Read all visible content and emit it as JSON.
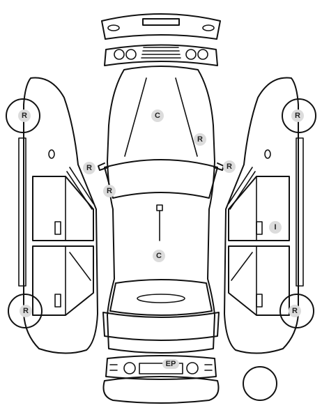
{
  "markers": {
    "hood": "C",
    "windshield_right": "R",
    "mirror_left": "R",
    "mirror_right": "R",
    "a_pillar_left": "R",
    "roof": "C",
    "front_left_wheel": "R",
    "front_right_wheel": "R",
    "rear_left_wheel": "R",
    "rear_right_wheel": "R",
    "right_rear_door": "I",
    "rear_bumper": "EP"
  },
  "colors": {
    "line": "#111111",
    "marker_fill": "#dcdcdc",
    "marker_text": "#222222"
  }
}
